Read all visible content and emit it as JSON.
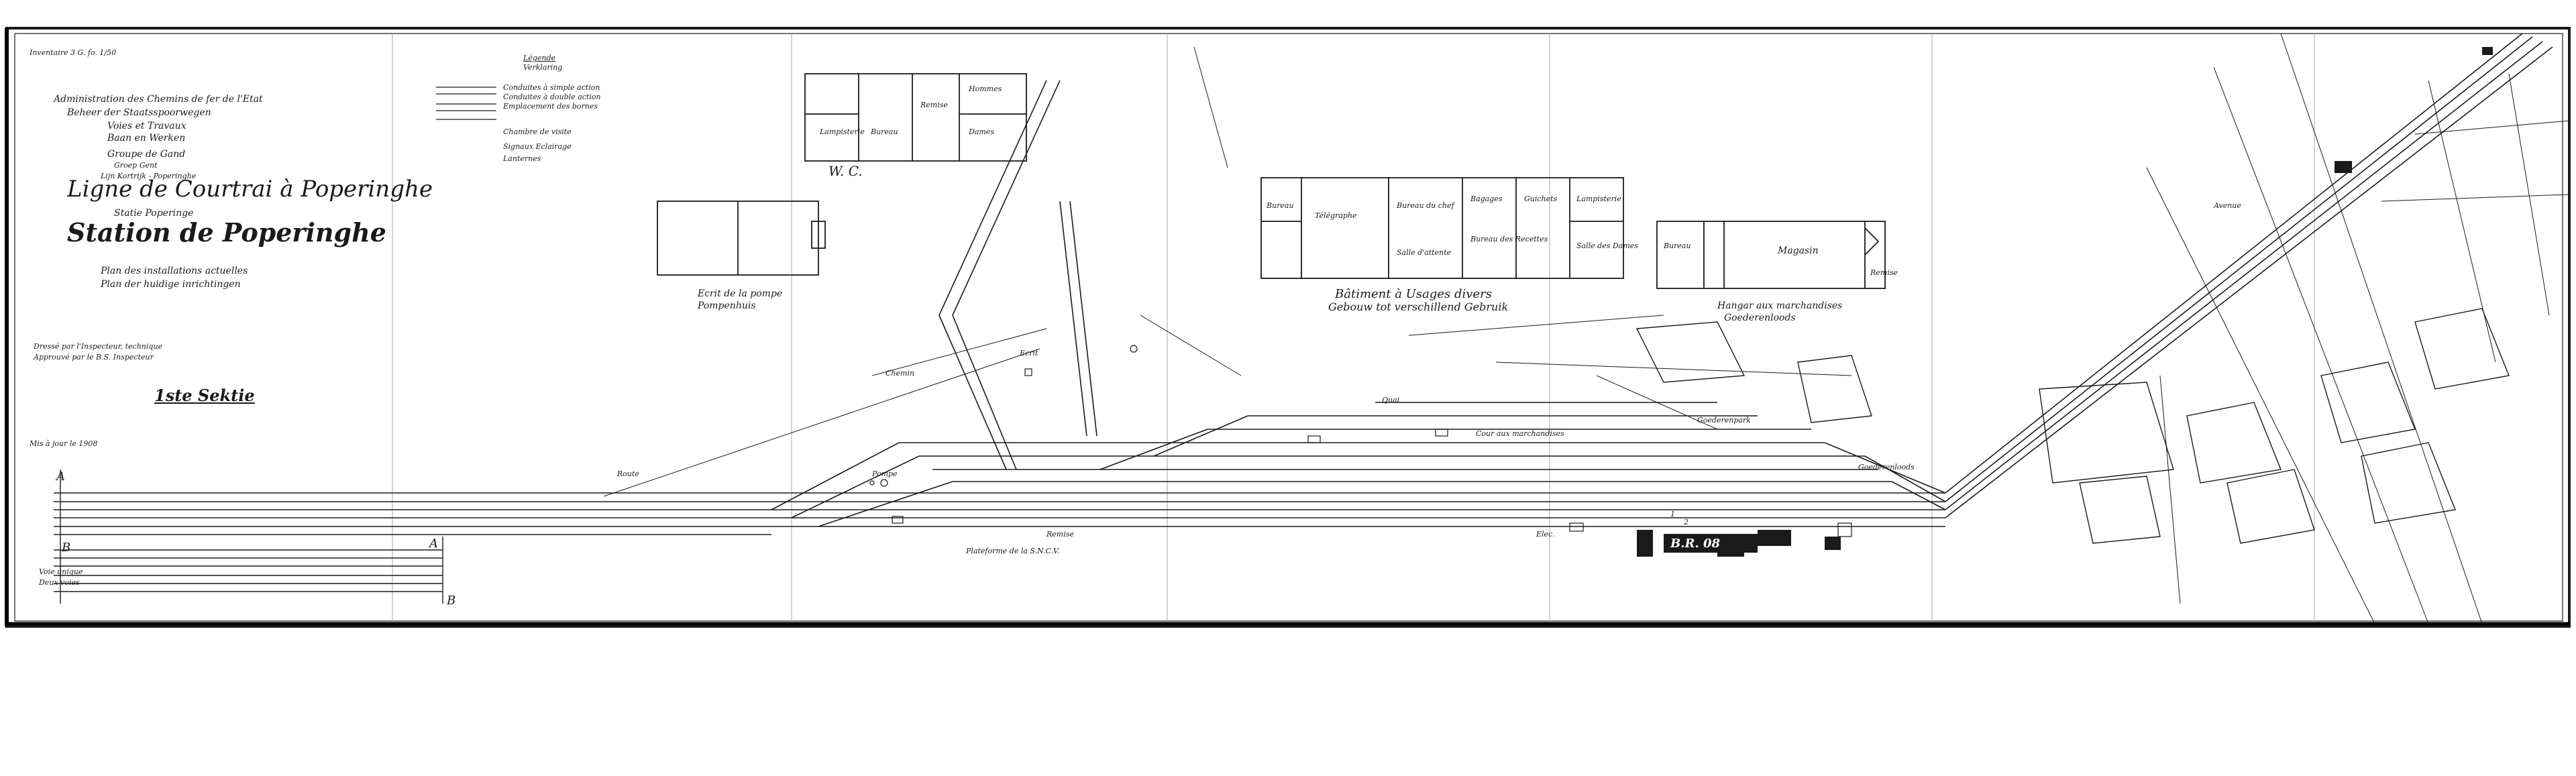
{
  "header": {
    "ref_top_left": "Inventaire 3 G. fo. 1/50",
    "administration": "Administration des Chemins de fer de l'Etat",
    "administration_nl": "Beheer der Staatsspoorwegen",
    "service": "Voies et Travaux",
    "service_nl": "Baan en Werken",
    "group": "Groupe de Gand",
    "group_nl": "Groep Gent",
    "line": "Ligne de Courtrai à Poperinghe",
    "line_nl": "Lijn Kortrijk - Poperinghe",
    "station_nl": "Statie Poperinge",
    "station": "Station de Poperinghe",
    "plan": "Plan des installations actuelles",
    "plan_nl": "Plan der huidige inrichtingen",
    "drawn": "Dressé par l'Inspecteur, technique",
    "approved": "Approuvé par le B.S. Inspecteur",
    "section": "1ste Sektie",
    "scale": "Mis à jour le 1908"
  },
  "legend": {
    "title": "Légende",
    "title_nl": "Verklaring",
    "items": [
      "Conduites à simple action",
      "Conduites à double action",
      "Emplacement des bornes",
      "Chambre de visite",
      "Signaux Eclairage",
      "Lanternes"
    ]
  },
  "buildings": {
    "wc_label": "W. C.",
    "wc_rooms": [
      "Lampisterie",
      "Bureau",
      "Remise",
      "Hommes",
      "Dames"
    ],
    "remise_caption": "Ecrit de la pompe",
    "remise_caption_nl": "Pompenhuis",
    "batiment_caption": "Bâtiment à Usages divers",
    "batiment_caption_nl": "Gebouw tot verschillend Gebruik",
    "batiment_rooms": [
      "Bureau",
      "Télégraphe",
      "Bureau du chef",
      "Salle d'attente",
      "Bagages",
      "Bureau des Recettes",
      "Guichets",
      "Lampisterie",
      "Salle des Dames"
    ],
    "hangar_caption": "Hangar aux marchandises",
    "hangar_caption_nl": "Goederenloods",
    "hangar_rooms": [
      "Bureau",
      "Magasin",
      "Remise"
    ]
  },
  "track_labels": {
    "a_left": "A",
    "b_left": "B",
    "a_right": "A",
    "b_right": "B",
    "br_label": "B.R. 08",
    "quai": "Quai",
    "cour": "Cour aux marchandises",
    "goederen": "Goederenpark",
    "goederen_loods": "Goederenloods",
    "ecrit": "Ecrit",
    "remise": "Remise",
    "elec": "Elec.",
    "pompe": "Pompe",
    "no1": "1",
    "no2": "2",
    "legend_bottom": "Voie unique",
    "legend_bottom_2": "Deux voies",
    "plateforme": "Plateforme de la S.N.C.V.",
    "route_a": "Route",
    "route_b": "Chemin",
    "route_c": "Avenue"
  },
  "colors": {
    "ink": "#1a1a1a",
    "paper": "#ffffff",
    "faint": "#888888"
  }
}
